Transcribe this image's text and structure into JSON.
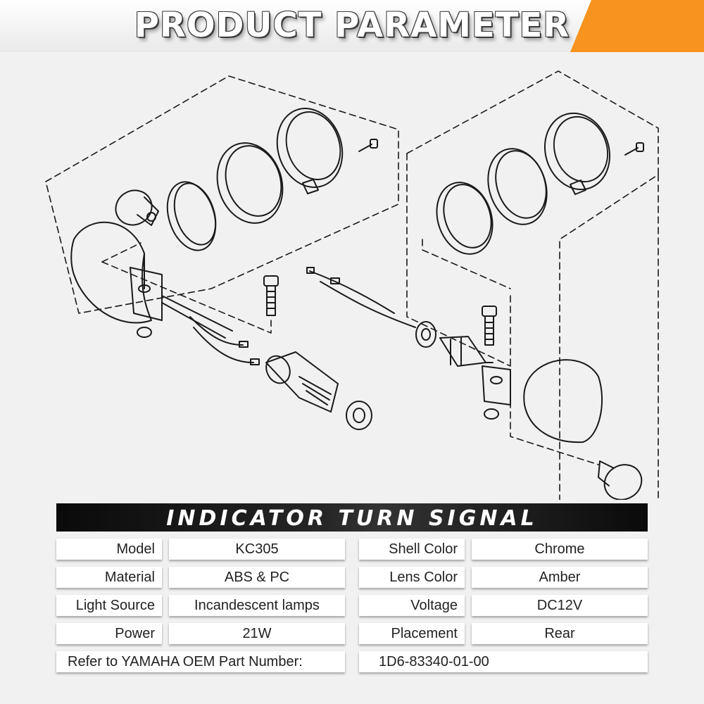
{
  "header": {
    "title": "PRODUCT PARAMETER",
    "accent_color": "#f7931e"
  },
  "banner": {
    "title": "INDICATOR TURN SIGNAL"
  },
  "specs": {
    "rows": [
      {
        "label1": "Model",
        "value1": "KC305",
        "label2": "Shell Color",
        "value2": "Chrome"
      },
      {
        "label1": "Material",
        "value1": "ABS & PC",
        "label2": "Lens Color",
        "value2": "Amber"
      },
      {
        "label1": "Light Source",
        "value1": "Incandescent lamps",
        "label2": "Voltage",
        "value2": "DC12V"
      },
      {
        "label1": "Power",
        "value1": "21W",
        "label2": "Placement",
        "value2": "Rear"
      }
    ],
    "oem": {
      "label": "Refer to YAMAHA OEM Part Number:",
      "value": "1D6-83340-01-00"
    }
  }
}
